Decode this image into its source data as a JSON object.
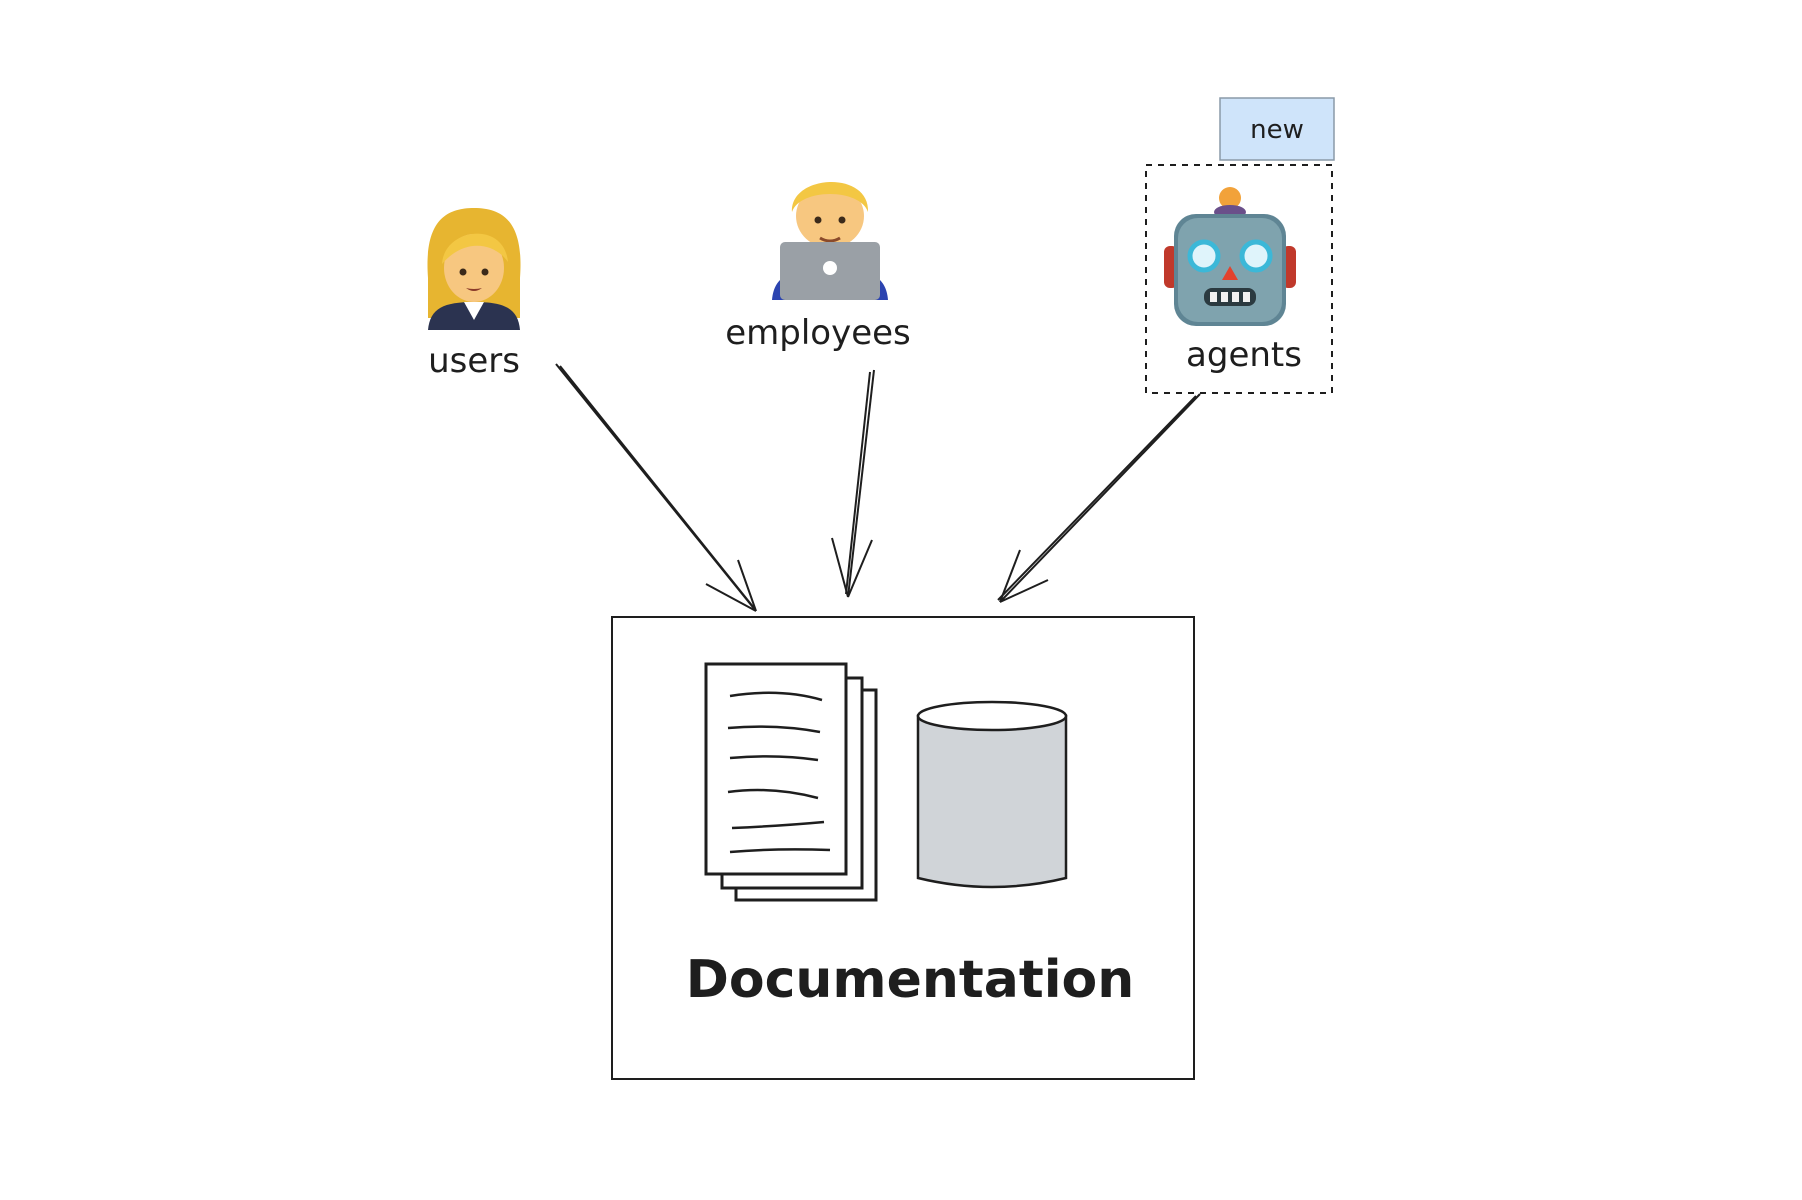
{
  "actors": [
    {
      "id": "users",
      "label": "users",
      "icon": "woman-office-worker-icon"
    },
    {
      "id": "employees",
      "label": "employees",
      "icon": "man-technologist-laptop-icon"
    },
    {
      "id": "agents",
      "label": "agents",
      "icon": "robot-icon",
      "badge": "new"
    }
  ],
  "target": {
    "label": "Documentation",
    "icons": [
      "document-stack-icon",
      "database-cylinder-icon"
    ]
  },
  "colors": {
    "stroke": "#1e1e1e",
    "badge_fill": "#cfe4fa",
    "cylinder_fill": "#d0d4d8",
    "hair": "#f3c743",
    "skin": "#f7c780",
    "robot_body": "#5f8594",
    "laptop": "#9aa0a6"
  }
}
